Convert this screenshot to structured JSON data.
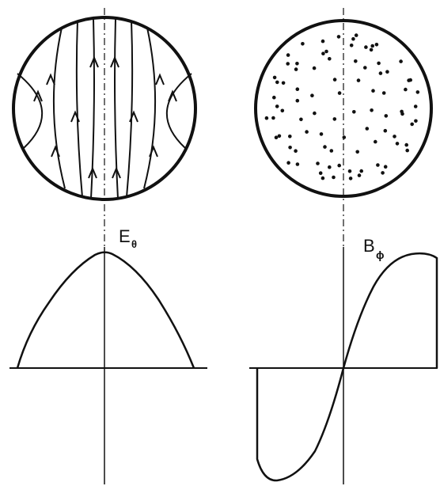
{
  "labels": {
    "left_field": "E",
    "left_field_sub": "θ",
    "right_field": "B",
    "right_field_sub": "ϕ"
  },
  "colors": {
    "ink": "#111111",
    "background": "#ffffff"
  },
  "panels": [
    {
      "id": "left",
      "circle_content": "field-lines-with-arrows",
      "profile": "parabolic"
    },
    {
      "id": "right",
      "circle_content": "dots",
      "profile": "antisymmetric"
    }
  ]
}
